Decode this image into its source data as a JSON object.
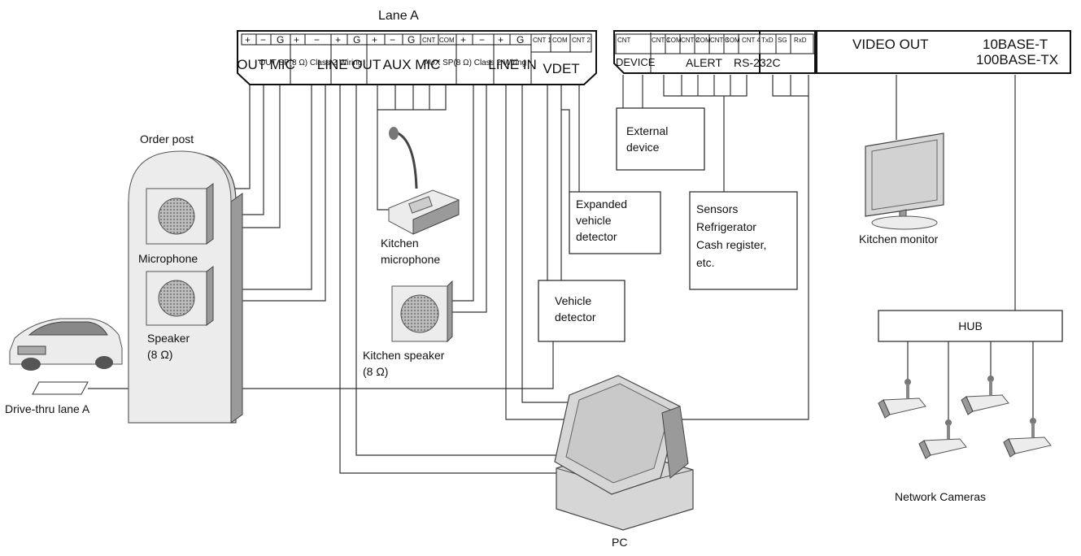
{
  "lane_title": "Lane A",
  "lane_panel": {
    "terminals": {
      "out_mic_plus": "+",
      "out_mic_minus": "−",
      "out_mic_g": "G",
      "out_sp_plus": "+",
      "out_sp_minus": "−",
      "line_out_plus": "+",
      "line_out_g": "G",
      "aux_mic_plus": "+",
      "aux_mic_minus": "−",
      "aux_mic_g": "G",
      "aux_mic_cnt": "CNT",
      "aux_mic_com": "COM",
      "aux_sp_plus": "+",
      "aux_sp_minus": "−",
      "line_in_plus": "+",
      "line_in_g": "G",
      "vdet_cnt1": "CNT 1",
      "vdet_com": "COM",
      "vdet_cnt2": "CNT 2"
    },
    "groups": {
      "out_mic": "OUT MIC",
      "out_sp": "OUT SP(8 Ω) Class 2 Wiring",
      "line_out": "LINE OUT",
      "aux_mic": "AUX MIC",
      "aux_sp": "AUX SP(8 Ω) Class 2 Wiring",
      "line_in": "LINE IN",
      "vdet": "VDET"
    }
  },
  "control_panel": {
    "terminals": {
      "device_cnt": "CNT",
      "alert_cnt1": "CNT 1",
      "alert_com1": "COM",
      "alert_cnt2": "CNT 2",
      "alert_com2": "COM",
      "alert_cnt3": "CNT 3",
      "alert_com3": "COM",
      "alert_cnt4": "CNT 4",
      "txd": "TxD",
      "sg": "SG",
      "rxd": "RxD"
    },
    "groups": {
      "device": "DEVICE",
      "alert": "ALERT",
      "rs232c": "RS-232C"
    }
  },
  "output_panel": {
    "video_out": "VIDEO OUT",
    "ethernet_1": "10BASE-T",
    "ethernet_2": "100BASE-TX"
  },
  "labels": {
    "order_post": "Order post",
    "microphone": "Microphone",
    "speaker_1": "Speaker",
    "speaker_2": "(8 Ω)",
    "kitchen_mic_1": "Kitchen",
    "kitchen_mic_2": "microphone",
    "kitchen_speaker_1": "Kitchen speaker",
    "kitchen_speaker_2": "(8 Ω)",
    "drive_thru": "Drive-thru lane A",
    "pc": "PC",
    "kitchen_monitor": "Kitchen monitor",
    "network_cameras": "Network Cameras"
  },
  "boxes": {
    "external_device_1": "External",
    "external_device_2": "device",
    "expanded_vd_1": "Expanded",
    "expanded_vd_2": "vehicle",
    "expanded_vd_3": "detector",
    "vehicle_detector_1": "Vehicle",
    "vehicle_detector_2": "detector",
    "sensors_1": "Sensors",
    "sensors_2": "Refrigerator",
    "sensors_3": "Cash register,",
    "sensors_4": "etc.",
    "hub": "HUB"
  }
}
